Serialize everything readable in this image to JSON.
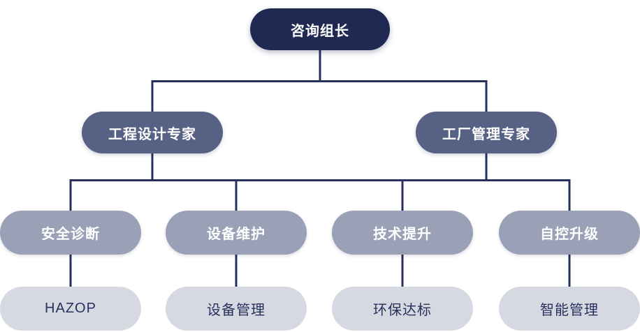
{
  "diagram": {
    "type": "org-chart",
    "root": {
      "label": "咨询组长"
    },
    "level2": [
      {
        "label": "工程设计专家"
      },
      {
        "label": "工厂管理专家"
      }
    ],
    "level3": [
      {
        "label": "安全诊断"
      },
      {
        "label": "设备维护"
      },
      {
        "label": "技术提升"
      },
      {
        "label": "自控升级"
      }
    ],
    "level4": [
      {
        "label": "HAZOP"
      },
      {
        "label": "设备管理"
      },
      {
        "label": "环保达标"
      },
      {
        "label": "智能管理"
      }
    ],
    "colors": {
      "root_bg": "#1f2952",
      "level2_bg": "#566184",
      "level3_bg": "#9aa1b7",
      "level4_bg": "#d6d9e2",
      "line": "#26315c",
      "text_light": "#ffffff",
      "text_dark": "#26315c",
      "background": "#ffffff"
    }
  }
}
